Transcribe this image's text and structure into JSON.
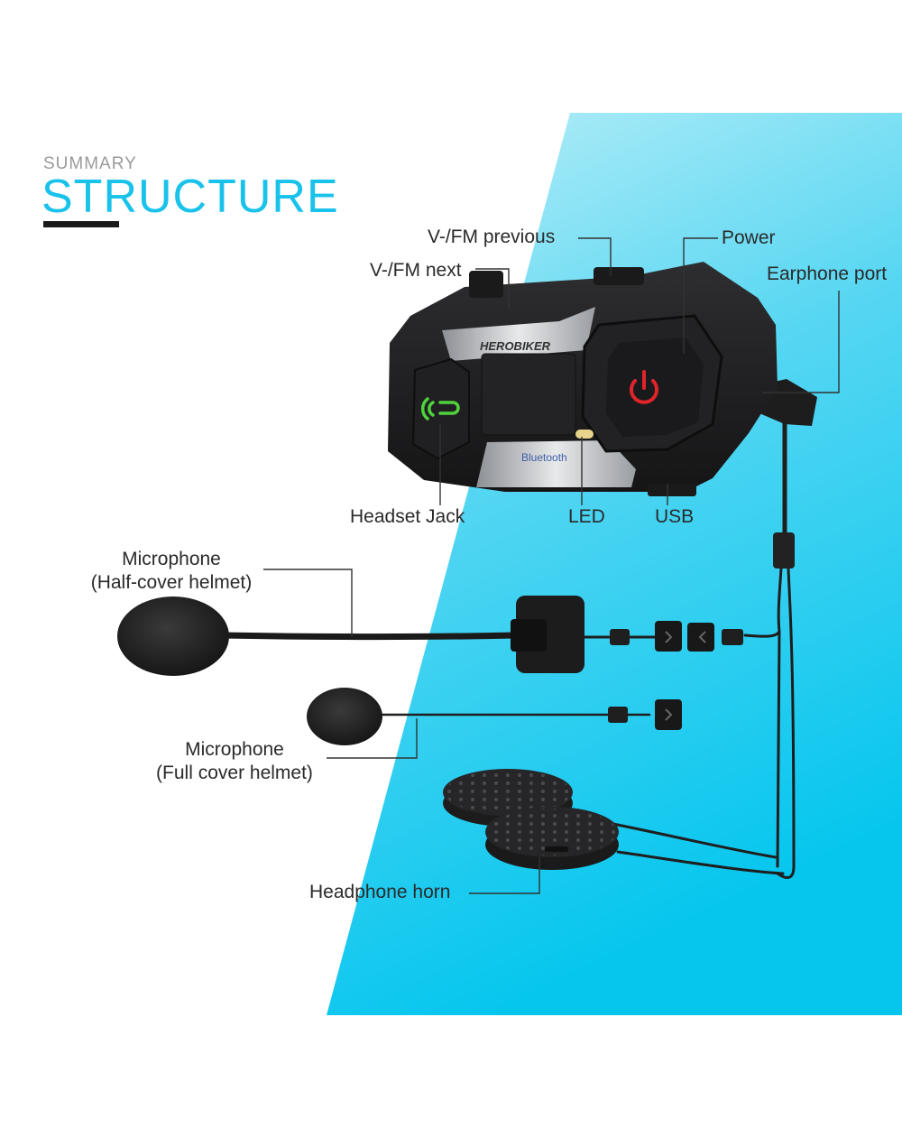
{
  "header": {
    "eyebrow": "SUMMARY",
    "title": "STRUCTURE"
  },
  "device": {
    "brand": "HEROBIKER",
    "bluetooth_label": "Bluetooth"
  },
  "labels": {
    "vfm_previous": "V-/FM previous",
    "power": "Power",
    "vfm_next": "V-/FM next",
    "earphone_port": "Earphone port",
    "headset_jack": "Headset Jack",
    "led": "LED",
    "usb": "USB",
    "mic_half_line1": "Microphone",
    "mic_half_line2": "(Half-cover helmet)",
    "mic_full_line1": "Microphone",
    "mic_full_line2": "(Full cover helmet)",
    "headphone_horn": "Headphone horn"
  },
  "colors": {
    "accent": "#19c2ea",
    "panel_light": "#bff0f8",
    "panel_dark": "#06c6ee",
    "device_body": "#1c1c1e",
    "power_icon": "#e0242a",
    "headset_icon": "#4fd23c"
  }
}
